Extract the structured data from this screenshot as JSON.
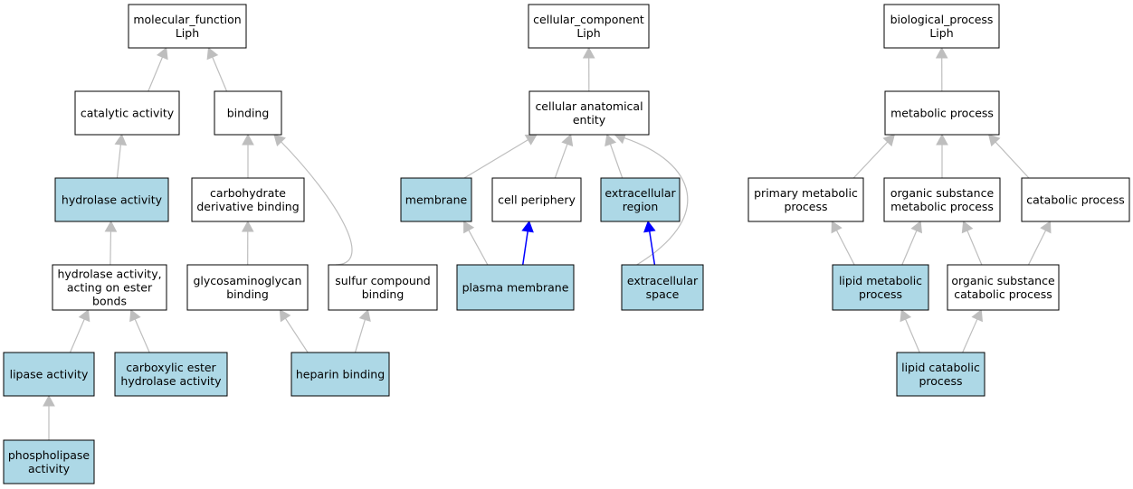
{
  "colors": {
    "highlight": "#add8e6",
    "plain": "#ffffff",
    "edge_default": "#bebebe",
    "edge_blue": "#0000ff",
    "border": "#000000"
  },
  "nodes": [
    {
      "id": "mf",
      "lines": [
        "molecular_function",
        "Liph"
      ],
      "highlight": false
    },
    {
      "id": "cat",
      "lines": [
        "catalytic activity"
      ],
      "highlight": false
    },
    {
      "id": "bind",
      "lines": [
        "binding"
      ],
      "highlight": false
    },
    {
      "id": "hyd",
      "lines": [
        "hydrolase activity"
      ],
      "highlight": true
    },
    {
      "id": "carb",
      "lines": [
        "carbohydrate",
        "derivative binding"
      ],
      "highlight": false
    },
    {
      "id": "hyde",
      "lines": [
        "hydrolase activity,",
        "acting on ester",
        "bonds"
      ],
      "highlight": false
    },
    {
      "id": "gag",
      "lines": [
        "glycosaminoglycan",
        "binding"
      ],
      "highlight": false
    },
    {
      "id": "sulf",
      "lines": [
        "sulfur compound",
        "binding"
      ],
      "highlight": false
    },
    {
      "id": "lip",
      "lines": [
        "lipase activity"
      ],
      "highlight": true
    },
    {
      "id": "cest",
      "lines": [
        "carboxylic ester",
        "hydrolase activity"
      ],
      "highlight": true
    },
    {
      "id": "hep",
      "lines": [
        "heparin binding"
      ],
      "highlight": true
    },
    {
      "id": "phos",
      "lines": [
        "phospholipase",
        "activity"
      ],
      "highlight": true
    },
    {
      "id": "cc",
      "lines": [
        "cellular_component",
        "Liph"
      ],
      "highlight": false
    },
    {
      "id": "cae",
      "lines": [
        "cellular anatomical",
        "entity"
      ],
      "highlight": false
    },
    {
      "id": "mem",
      "lines": [
        "membrane"
      ],
      "highlight": true
    },
    {
      "id": "cper",
      "lines": [
        "cell periphery"
      ],
      "highlight": false
    },
    {
      "id": "exr",
      "lines": [
        "extracellular",
        "region"
      ],
      "highlight": true
    },
    {
      "id": "pm",
      "lines": [
        "plasma membrane"
      ],
      "highlight": true
    },
    {
      "id": "exs",
      "lines": [
        "extracellular",
        "space"
      ],
      "highlight": true
    },
    {
      "id": "bp",
      "lines": [
        "biological_process",
        "Liph"
      ],
      "highlight": false
    },
    {
      "id": "metp",
      "lines": [
        "metabolic process"
      ],
      "highlight": false
    },
    {
      "id": "prim",
      "lines": [
        "primary metabolic",
        "process"
      ],
      "highlight": false
    },
    {
      "id": "osm",
      "lines": [
        "organic substance",
        "metabolic process"
      ],
      "highlight": false
    },
    {
      "id": "catp",
      "lines": [
        "catabolic process"
      ],
      "highlight": false
    },
    {
      "id": "lmet",
      "lines": [
        "lipid metabolic",
        "process"
      ],
      "highlight": true
    },
    {
      "id": "osc",
      "lines": [
        "organic substance",
        "catabolic process"
      ],
      "highlight": false
    },
    {
      "id": "lcat",
      "lines": [
        "lipid catabolic",
        "process"
      ],
      "highlight": true
    }
  ],
  "edges": [
    {
      "from": "cat",
      "to": "mf",
      "color": "default"
    },
    {
      "from": "bind",
      "to": "mf",
      "color": "default"
    },
    {
      "from": "hyd",
      "to": "cat",
      "color": "default"
    },
    {
      "from": "carb",
      "to": "bind",
      "color": "default"
    },
    {
      "from": "sulf",
      "to": "bind",
      "color": "default"
    },
    {
      "from": "hyde",
      "to": "hyd",
      "color": "default"
    },
    {
      "from": "gag",
      "to": "carb",
      "color": "default"
    },
    {
      "from": "lip",
      "to": "hyde",
      "color": "default"
    },
    {
      "from": "cest",
      "to": "hyde",
      "color": "default"
    },
    {
      "from": "hep",
      "to": "gag",
      "color": "default"
    },
    {
      "from": "hep",
      "to": "sulf",
      "color": "default"
    },
    {
      "from": "phos",
      "to": "lip",
      "color": "default"
    },
    {
      "from": "cae",
      "to": "cc",
      "color": "default"
    },
    {
      "from": "mem",
      "to": "cae",
      "color": "default"
    },
    {
      "from": "cper",
      "to": "cae",
      "color": "default"
    },
    {
      "from": "exr",
      "to": "cae",
      "color": "default"
    },
    {
      "from": "exs",
      "to": "cae",
      "color": "default"
    },
    {
      "from": "pm",
      "to": "mem",
      "color": "default"
    },
    {
      "from": "pm",
      "to": "cper",
      "color": "blue"
    },
    {
      "from": "exs",
      "to": "exr",
      "color": "blue"
    },
    {
      "from": "metp",
      "to": "bp",
      "color": "default"
    },
    {
      "from": "prim",
      "to": "metp",
      "color": "default"
    },
    {
      "from": "osm",
      "to": "metp",
      "color": "default"
    },
    {
      "from": "catp",
      "to": "metp",
      "color": "default"
    },
    {
      "from": "lmet",
      "to": "prim",
      "color": "default"
    },
    {
      "from": "lmet",
      "to": "osm",
      "color": "default"
    },
    {
      "from": "osc",
      "to": "osm",
      "color": "default"
    },
    {
      "from": "osc",
      "to": "catp",
      "color": "default"
    },
    {
      "from": "lcat",
      "to": "lmet",
      "color": "default"
    },
    {
      "from": "lcat",
      "to": "osc",
      "color": "default"
    }
  ]
}
